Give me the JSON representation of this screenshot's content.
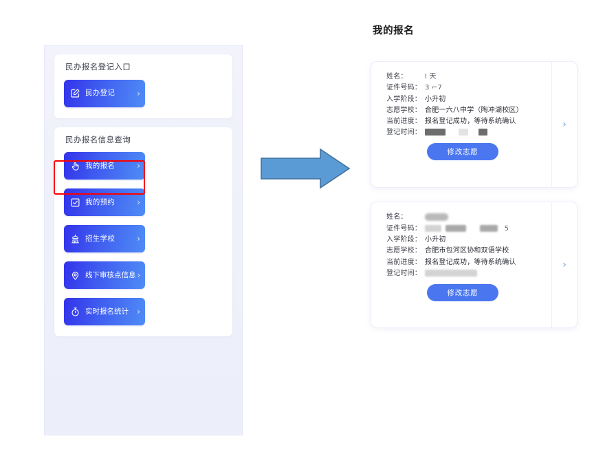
{
  "left_panel": {
    "sections": [
      {
        "title": "民办报名登记入口",
        "tiles": [
          {
            "label": "民办登记",
            "icon": "edit-square-icon",
            "chevron": "›"
          }
        ]
      },
      {
        "title": "民办报名信息查询",
        "tiles": [
          {
            "label": "我的报名",
            "icon": "hand-tap-icon",
            "chevron": "›"
          },
          {
            "label": "我的预约",
            "icon": "check-square-icon",
            "chevron": "›"
          },
          {
            "label": "招生学校",
            "icon": "school-building-icon",
            "chevron": "›"
          },
          {
            "label": "线下审核点信息",
            "icon": "location-pin-icon",
            "chevron": "›"
          },
          {
            "label": "实时报名统计",
            "icon": "stopwatch-icon",
            "chevron": "›"
          }
        ]
      }
    ],
    "highlight": {
      "target_label": "我的报名",
      "color": "#fb0000"
    }
  },
  "arrow": {
    "icon": "right-block-arrow-icon",
    "fill": "#5b9bd5",
    "stroke": "#41719c"
  },
  "right_panel": {
    "title": "我的报名",
    "field_labels": {
      "name": "姓名：",
      "id_number": "证件号码：",
      "stage": "入学阶段：",
      "school": "志愿学校：",
      "progress": "当前进度：",
      "time": "登记时间："
    },
    "chevron": "›",
    "cards": [
      {
        "name": "I        天",
        "id_number": "3                          ⌐7",
        "stage": "小升初",
        "school": "合肥一六八中学（陶冲湖校区）",
        "progress": "报名登记成功，等待系统确认",
        "time": "",
        "button_label": "修改志愿",
        "name_redacted": false,
        "id_redacted": false,
        "time_redacted": true
      },
      {
        "name": "",
        "id_number": "",
        "stage": "小升初",
        "school": "合肥市包河区协和双语学校",
        "progress": "报名登记成功，等待系统确认",
        "time": "",
        "button_label": "修改志愿",
        "name_redacted": true,
        "id_redacted": true,
        "time_redacted": true
      }
    ]
  }
}
